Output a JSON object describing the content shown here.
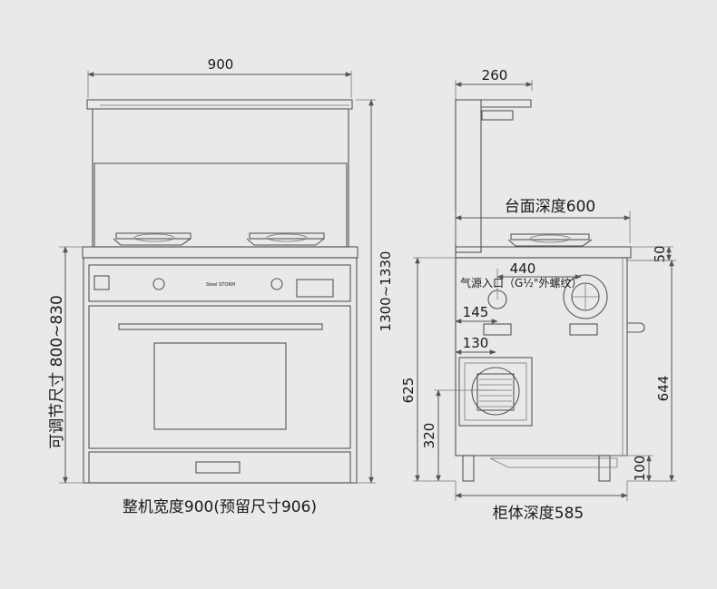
{
  "front_view": {
    "dimensions": {
      "width_top": "900",
      "height_total": "1300~1330",
      "height_adjustable": "可调节尺寸 800~830"
    },
    "brand_label": "Steel STORM",
    "caption": "整机宽度900(预留尺寸906)"
  },
  "side_view": {
    "dimensions": {
      "panel_depth": "260",
      "countertop_label": "台面深度600",
      "top_thickness": "50",
      "inlet_offset": "440",
      "gas_inlet_note": "气源入口（G½\"外螺纹）",
      "inlet_from_back": "145",
      "fan_from_back": "130",
      "fan_height": "625",
      "fan_base_height": "320",
      "cabinet_height": "644",
      "leg_height": "100"
    },
    "caption": "柜体深度585"
  },
  "colors": {
    "background": "#e9e9e9",
    "line": "#555555",
    "text": "#1a1a1a"
  }
}
